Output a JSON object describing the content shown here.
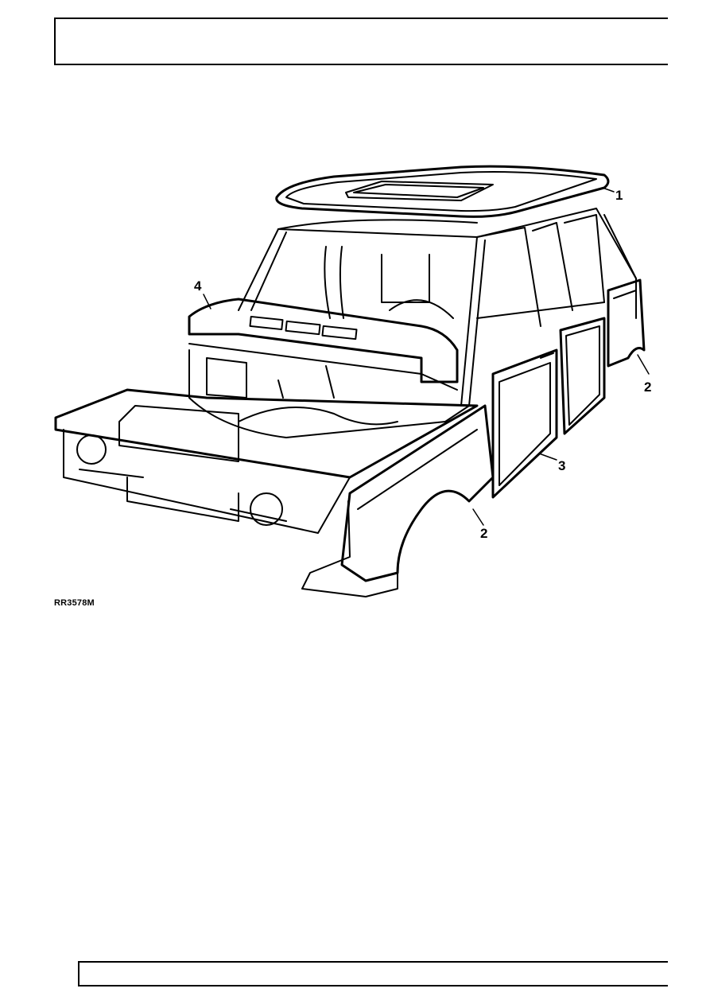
{
  "figure": {
    "reference": "RR3578M",
    "callouts": [
      "1",
      "2",
      "2",
      "3",
      "4"
    ],
    "icon": "vehicle-body-shell-exploded-illustration"
  }
}
